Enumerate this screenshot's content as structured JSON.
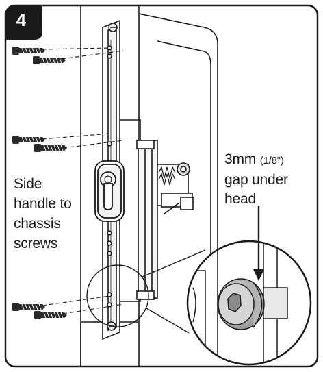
{
  "step": {
    "number": "4"
  },
  "labels": {
    "side_handle": [
      "Side",
      "handle to",
      "chassis",
      "screws"
    ],
    "gap_line1_main": "3mm",
    "gap_line1_sub": "(1/8\")",
    "gap_line2": "gap under",
    "gap_line3": "head"
  },
  "colors": {
    "frame": "#1a1a1a",
    "step_badge": "#1a1a1a",
    "line": "#1a1a1a",
    "screw_dark": "#2b2b2b",
    "zoom_shade": "#bdbdbd",
    "background": "#ffffff"
  },
  "icons": [
    "screw-icon",
    "hex-socket-screw-icon",
    "euro-cylinder-keyhole-icon",
    "arrow-down-icon"
  ]
}
